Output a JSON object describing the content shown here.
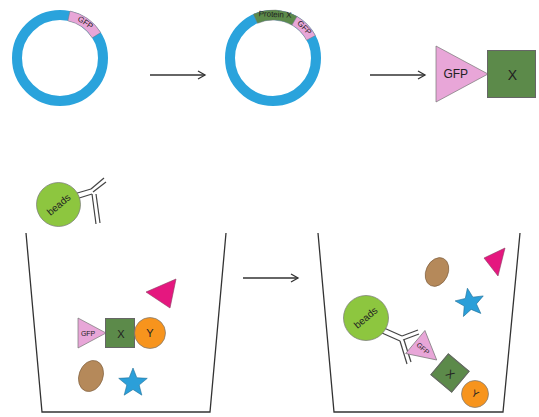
{
  "diagram": {
    "nodes": [
      {
        "text": [
          "GFP"
        ]
      },
      {
        "text": [
          "Protein X"
        ]
      },
      {
        "text": [
          "GFP"
        ]
      },
      {
        "text": [
          "GFP"
        ]
      },
      {
        "text": [
          "X"
        ]
      },
      {
        "text": [
          "beads"
        ]
      },
      {
        "text": [
          "GFP"
        ]
      },
      {
        "text": [
          "X"
        ]
      },
      {
        "text": [
          "Y"
        ]
      },
      {
        "text": [
          "beads"
        ]
      },
      {
        "text": [
          "GFP"
        ]
      },
      {
        "text": [
          "X"
        ]
      },
      {
        "text": [
          "Y"
        ]
      }
    ]
  }
}
